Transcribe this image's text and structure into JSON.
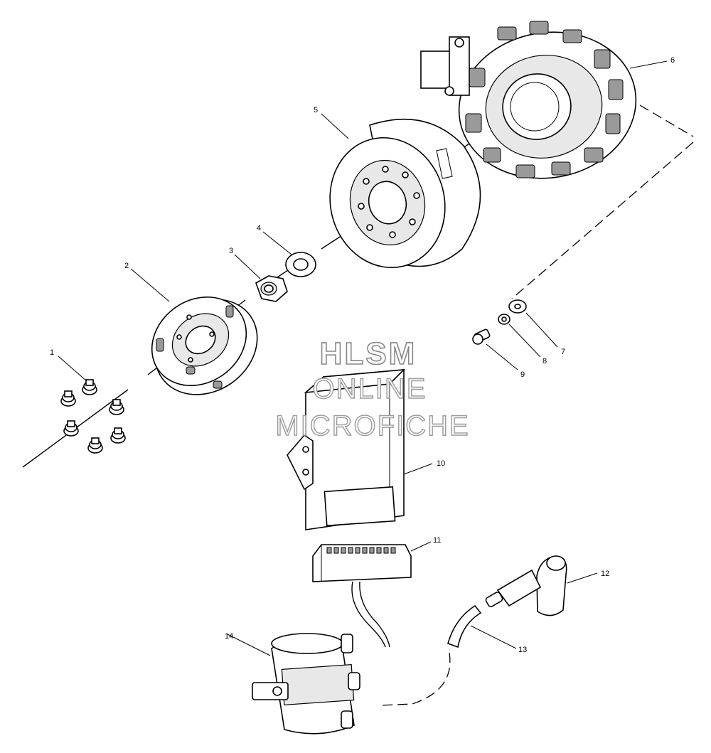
{
  "watermark": {
    "line1": "HLSM",
    "line2": "ONLINE",
    "line3": "MICROFICHE"
  },
  "callouts": [
    "1",
    "2",
    "3",
    "4",
    "5",
    "6",
    "7",
    "8",
    "9",
    "10",
    "11",
    "12",
    "13",
    "14"
  ]
}
